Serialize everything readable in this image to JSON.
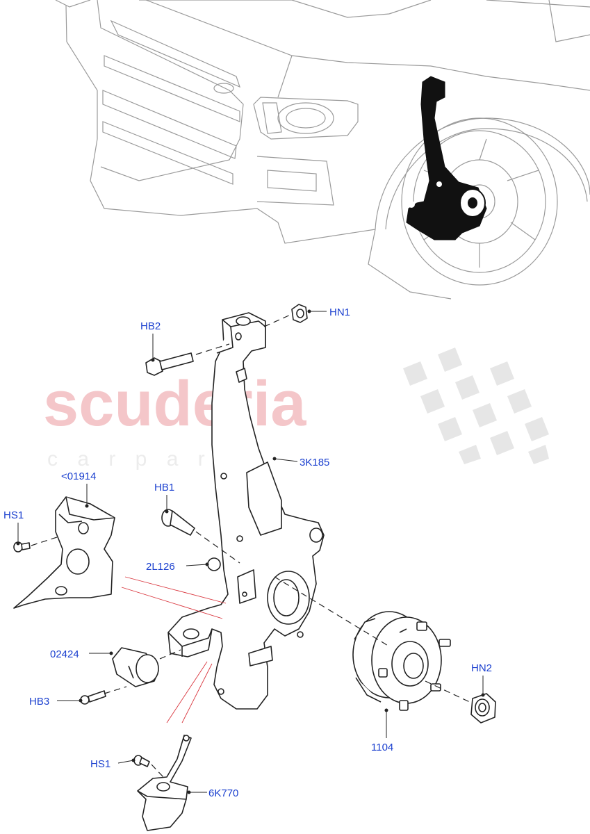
{
  "watermark": {
    "brand": "scuderia",
    "sub": "c a r   p a r t s"
  },
  "labels": [
    {
      "id": "HN1",
      "text": "HN1"
    },
    {
      "id": "HB2",
      "text": "HB2"
    },
    {
      "id": "3K185",
      "text": "3K185"
    },
    {
      "id": "01914",
      "text": "<01914"
    },
    {
      "id": "HS1a",
      "text": "HS1"
    },
    {
      "id": "HB1",
      "text": "HB1"
    },
    {
      "id": "2L126",
      "text": "2L126"
    },
    {
      "id": "02424",
      "text": "02424"
    },
    {
      "id": "HB3",
      "text": "HB3"
    },
    {
      "id": "HN2",
      "text": "HN2"
    },
    {
      "id": "1104",
      "text": "1104"
    },
    {
      "id": "HS1b",
      "text": "HS1"
    },
    {
      "id": "6K770",
      "text": "6K770"
    }
  ],
  "colors": {
    "label": "#1a3fcf",
    "watermark": "#f4c6c9",
    "red_lines": "#d9363e"
  }
}
